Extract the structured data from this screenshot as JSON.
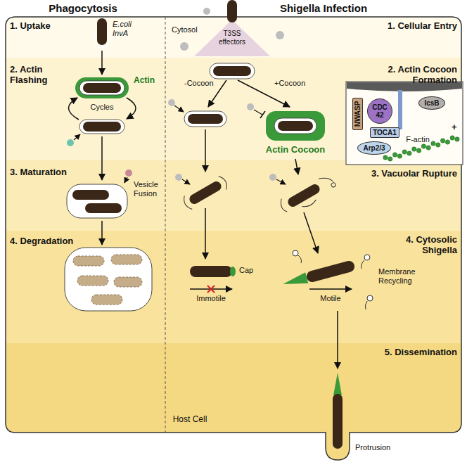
{
  "diagram": {
    "nodes": [
      {
        "text": [
          "NWASP"
        ]
      },
      {
        "text": [
          "CDC 42"
        ]
      },
      {
        "text": [
          "TOCA1"
        ]
      },
      {
        "text": [
          "IcsB"
        ]
      },
      {
        "text": [
          "Arp2/3"
        ]
      }
    ],
    "labels": [
      "Phagocytosis",
      "Shigella Infection",
      "1. Uptake",
      "E.coli InvA",
      "Cytosol",
      "T3SS effectors",
      "1. Cellular Entry",
      "2. Actin Flashing",
      "Actin",
      "2. Actin Cocoon Formation",
      "-Cocoon",
      "+Cocoon",
      "Cycles",
      "Actin Cocoon",
      "+",
      "F-actin",
      "3. Maturation",
      "Vesicle Fusion",
      "3. Vacuolar Rupture",
      "4. Degradation",
      "4. Cytosolic Shigella",
      "Cap",
      "Membrane Recycling",
      "Immotile",
      "Motile",
      "5. Dissemination",
      "Host Cell",
      "Protrusion"
    ]
  }
}
